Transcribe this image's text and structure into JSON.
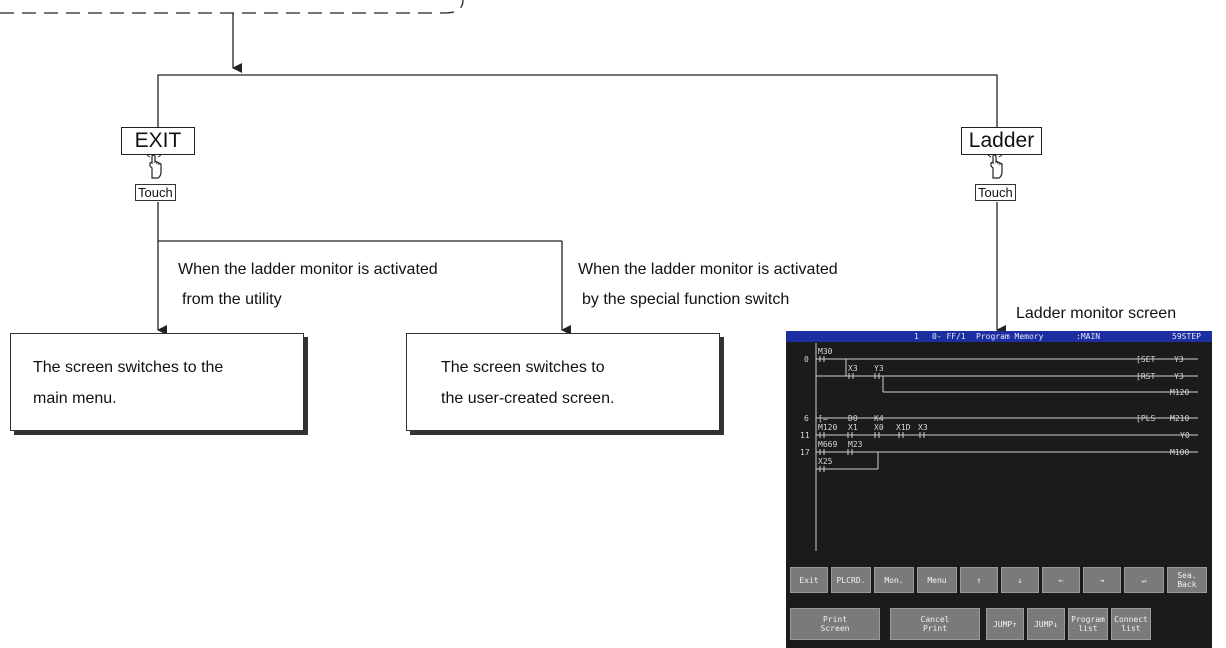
{
  "flow": {
    "exit_key": "EXIT",
    "ladder_key": "Ladder",
    "touch_label": "Touch",
    "branch_utility_line1": "When the ladder monitor is activated",
    "branch_utility_line2": "from the utility",
    "branch_switch_line1": "When the ladder monitor is activated",
    "branch_switch_line2": "by the special function switch",
    "result_main_line1": "The screen switches to the",
    "result_main_line2": "main menu.",
    "result_user_line1": "The screen switches to",
    "result_user_line2": "the user-created screen.",
    "monitor_caption": "Ladder monitor screen"
  },
  "monitor": {
    "header": {
      "station": "1",
      "network": "0- FF/1",
      "memory": "Program Memory",
      "program": ":MAIN",
      "steps": "59STEP"
    },
    "step_numbers": [
      "0",
      "6",
      "11",
      "17"
    ],
    "contacts": [
      "M30",
      "X3",
      "Y3",
      "D0",
      "K4",
      "M120",
      "X1",
      "X0",
      "X1D",
      "X3",
      "M669",
      "M23",
      "X25"
    ],
    "compare_op": "[=",
    "instructions": [
      {
        "op": "SET",
        "device": "Y3"
      },
      {
        "op": "RST",
        "device": "Y3"
      },
      {
        "op": "",
        "device": "M120"
      },
      {
        "op": "PLS",
        "device": "M210"
      },
      {
        "op": "",
        "device": "Y0"
      },
      {
        "op": "",
        "device": "M100"
      }
    ],
    "buttons_row1": [
      "Exit",
      "PLCRD.",
      "Mon.",
      "Menu",
      "↑",
      "↓",
      "←",
      "→",
      "↵",
      "Sea.\nBack"
    ],
    "buttons_row2": [
      "Print\nScreen",
      "Cancel\nPrint",
      "JUMP↑",
      "JUMP↓",
      "Program\nlist",
      "Connect\nlist"
    ]
  }
}
